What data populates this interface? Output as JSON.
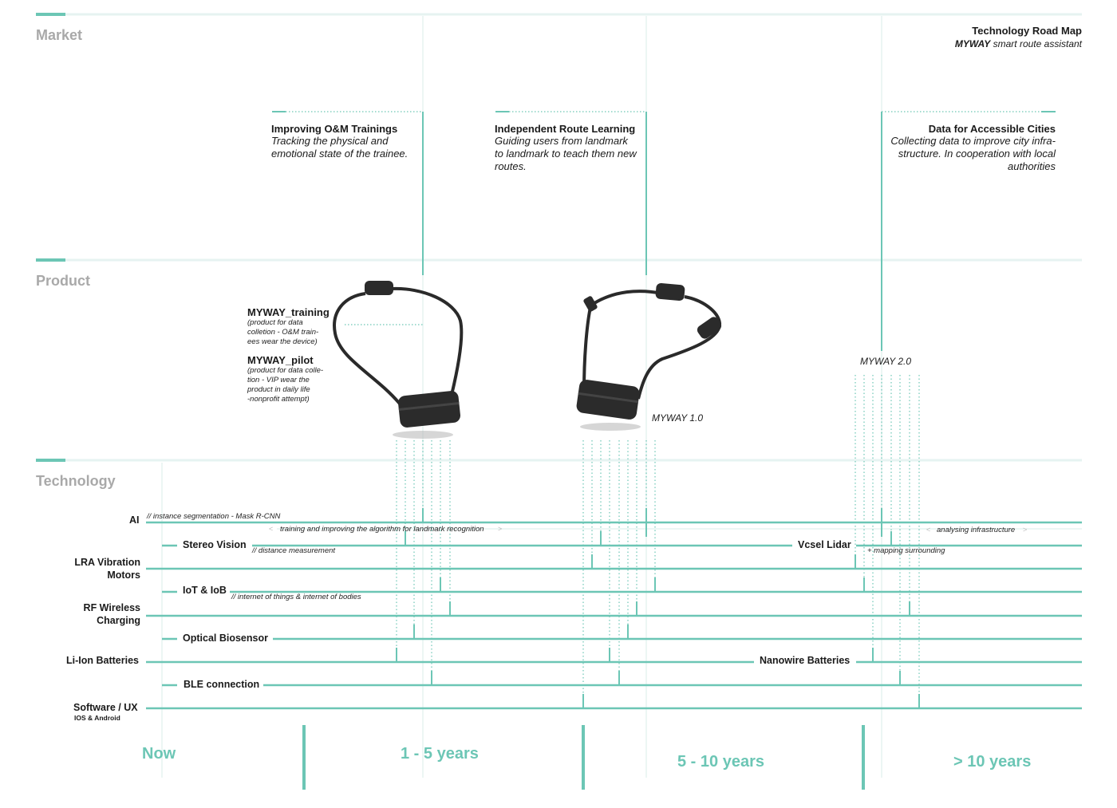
{
  "header": {
    "title": "Technology Road Map",
    "brand": "MYWAY",
    "subtitle": "smart route assistant"
  },
  "sections": {
    "market": "Market",
    "product": "Product",
    "technology": "Technology"
  },
  "market_needs": [
    {
      "title": "Improving O&M Trainings",
      "lines": [
        "Tracking  the physical and",
        "emotional state of the trainee."
      ]
    },
    {
      "title": "Independent Route Learning",
      "lines": [
        "Guiding users from landmark",
        "to landmark to teach them new",
        "routes."
      ]
    },
    {
      "title": "Data for Accessible Cities",
      "lines": [
        "Collecting data to improve city infra-",
        "structure. In cooperation with  local",
        "authorities"
      ]
    }
  ],
  "products": {
    "training_title": "MYWAY_training",
    "training_desc": [
      "(product for data",
      "colletion - O&M train-",
      "ees wear the device)"
    ],
    "pilot_title": "MYWAY_pilot",
    "pilot_desc": [
      "(product for data colle-",
      "tion - VIP wear the",
      "product in daily life",
      "-nonprofit attempt)"
    ],
    "v1_label": "MYWAY 1.0",
    "v2_label": "MYWAY 2.0"
  },
  "technology": {
    "ai": "AI",
    "ai_note": "// instance segmentation - Mask R-CNN",
    "ai_arrow1": "training and improving the algorithm for landmark recognition",
    "ai_arrow2": "analysing infrastructure",
    "stereo": "Stereo Vision",
    "stereo_note": "// distance measurement",
    "vcsel": "Vcsel Lidar",
    "vcsel_note": "+ mapping surrounding",
    "lra_1": "LRA Vibration",
    "lra_2": "Motors",
    "iot": "IoT & IoB",
    "iot_note": "// internet of things & internet of bodies",
    "rf_1": "RF Wireless",
    "rf_2": "Charging",
    "optical": "Optical Biosensor",
    "liion": "Li-Ion Batteries",
    "nanowire": "Nanowire Batteries",
    "ble": "BLE connection",
    "software": "Software / UX",
    "software_sub": "IOS & Android"
  },
  "timeline": [
    "Now",
    "1 - 5 years",
    "5 - 10 years",
    "> 10 years"
  ],
  "colors": {
    "accent": "#6cc6b5",
    "accent_light": "#e6f3f1",
    "section_gray": "#a9a9a9",
    "text": "#1a1a1a"
  }
}
